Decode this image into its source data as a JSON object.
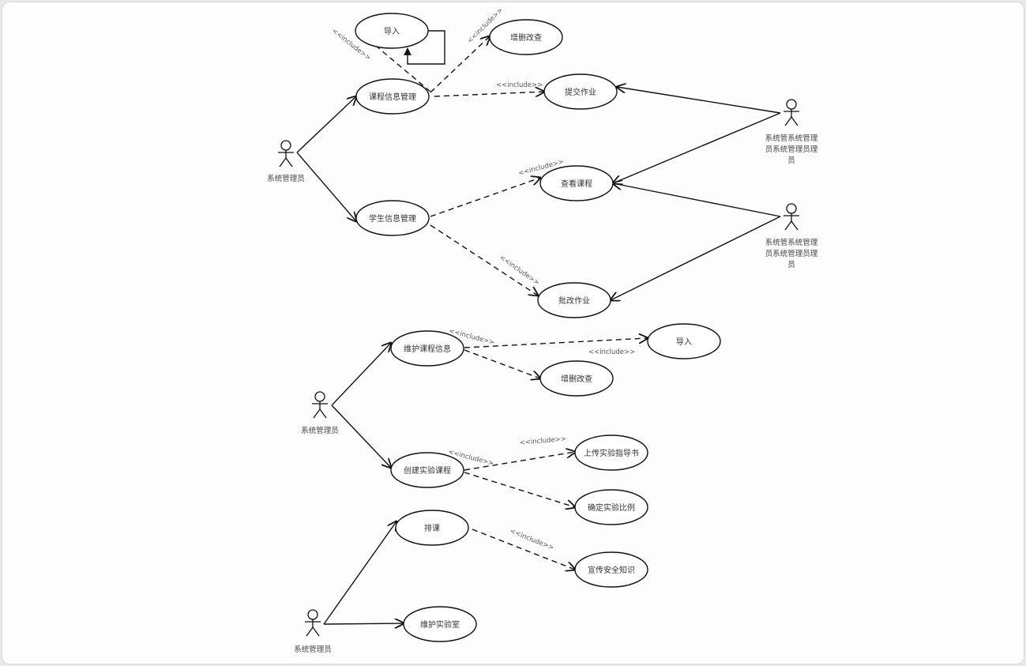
{
  "use_cases": {
    "import1": "导入",
    "crud1": "增删改查",
    "course_info_mgmt": "课程信息管理",
    "submit_hw": "提交作业",
    "view_course": "查看课程",
    "student_info_mgmt": "学生信息管理",
    "grade_hw": "批改作业",
    "maintain_course_info": "维护课程信息",
    "import2": "导入",
    "crud2": "增删改查",
    "create_lab_course": "创建实验课程",
    "upload_guide": "上传实验指导书",
    "set_ratio": "确定实验比例",
    "schedule": "排课",
    "safety": "宣传安全知识",
    "maintain_lab": "维护实验室"
  },
  "actors": {
    "admin1": "系统管理员",
    "right1": [
      "系统管系统管理",
      "员系统管理员理",
      "员"
    ],
    "right2": [
      "系统管系统管理",
      "员系统管理员理",
      "员"
    ],
    "admin2": "系统管理员",
    "admin3": "系统管理员"
  },
  "include_label": "<<include>>"
}
